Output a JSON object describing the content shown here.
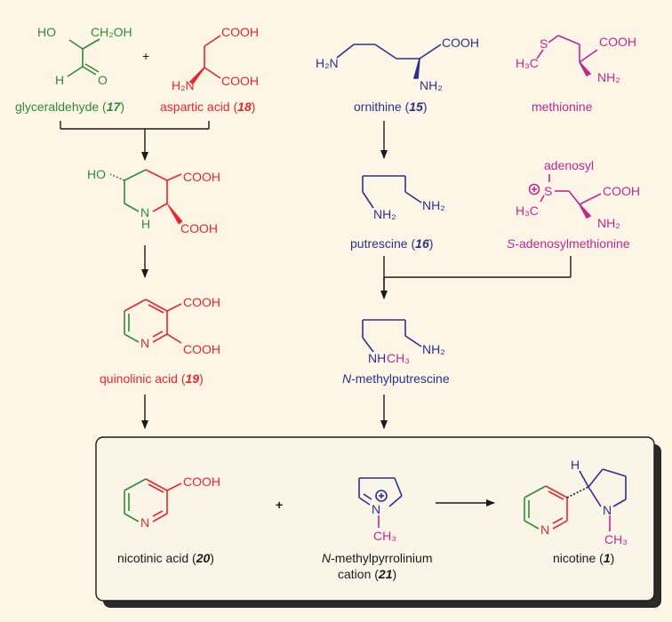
{
  "colors": {
    "background": "#fdf6e6",
    "green": "#2e8b3a",
    "red": "#e8262d",
    "blue": "#2b2f8f",
    "magenta": "#c2278d",
    "black": "#1a1a1a",
    "box_fill": "#fbf5e8",
    "box_shadow": "#2a2a2a"
  },
  "atoms": {
    "HO": "HO",
    "CH2OH": "CH₂OH",
    "H": "H",
    "O": "O",
    "COOH": "COOH",
    "H2N": "H₂N",
    "NH2": "NH₂",
    "S": "S",
    "H3C": "H₃C",
    "N": "N",
    "CH3": "CH₃",
    "NHCH3_NH": "NH",
    "NHCH3_CH3": "CH₃",
    "plus_charge": "+",
    "adenosyl": "adenosyl",
    "HO_dash": "HO",
    "H_stereo": "H"
  },
  "plus_sign": "+",
  "compounds": {
    "glyceraldehyde": {
      "name": "glyceraldehyde (",
      "number": "17",
      "close": ")"
    },
    "aspartic_acid": {
      "name": "aspartic acid (",
      "number": "18",
      "close": ")"
    },
    "ornithine": {
      "name": "ornithine (",
      "number": "15",
      "close": ")"
    },
    "methionine": {
      "name": "methionine"
    },
    "putrescine": {
      "name": "putrescine (",
      "number": "16",
      "close": ")"
    },
    "sam": {
      "prefix": "S",
      "name": "-adenosylmethionine"
    },
    "quinolinic_acid": {
      "name": "quinolinic acid (",
      "number": "19",
      "close": ")"
    },
    "n_methylputrescine": {
      "prefix": "N",
      "name": "-methylputrescine"
    },
    "nicotinic_acid": {
      "name": "nicotinic acid (",
      "number": "20",
      "close": ")"
    },
    "n_methylpyrrolinium": {
      "prefix": "N",
      "name": "-methylpyrrolinium",
      "line2": "cation (",
      "number": "21",
      "close": ")"
    },
    "nicotine": {
      "name": "nicotine (",
      "number": "1",
      "close": ")"
    }
  }
}
